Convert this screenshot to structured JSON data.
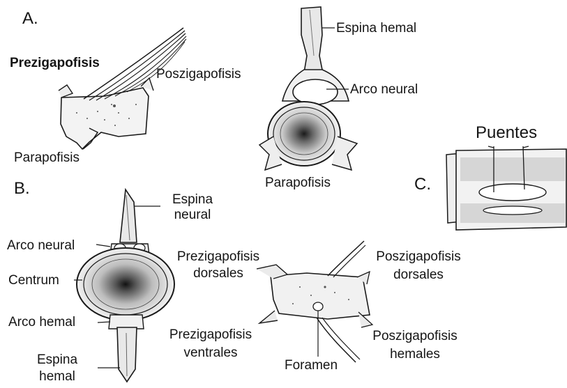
{
  "panels": {
    "a": {
      "letter": "A.",
      "labels": {
        "prezigapofisis": "Prezigapofisis",
        "poszigapofisis": "Poszigapofisis",
        "parapofisis_lateral": "Parapofisis",
        "espina_hemal": "Espina hemal",
        "arco_neural": "Arco neural",
        "parapofisis_front": "Parapofisis"
      }
    },
    "b": {
      "letter": "B.",
      "labels": {
        "espina_neural_1": "Espina",
        "espina_neural_2": "neural",
        "arco_neural": "Arco neural",
        "centrum": "Centrum",
        "arco_hemal": "Arco hemal",
        "espina_hemal_1": "Espina",
        "espina_hemal_2": "hemal",
        "prezig_dorsales_1": "Prezigapofisis",
        "prezig_dorsales_2": "dorsales",
        "poszig_dorsales_1": "Poszigapofisis",
        "poszig_dorsales_2": "dorsales",
        "prezig_ventrales_1": "Prezigapofisis",
        "prezig_ventrales_2": "ventrales",
        "poszig_hemales_1": "Poszigapofisis",
        "poszig_hemales_2": "hemales",
        "foramen": "Foramen"
      }
    },
    "c": {
      "letter": "C.",
      "labels": {
        "puentes": "Puentes"
      }
    }
  },
  "colors": {
    "ink": "#1a1a1a",
    "stipple": "#3a3a3a",
    "background": "#ffffff"
  }
}
